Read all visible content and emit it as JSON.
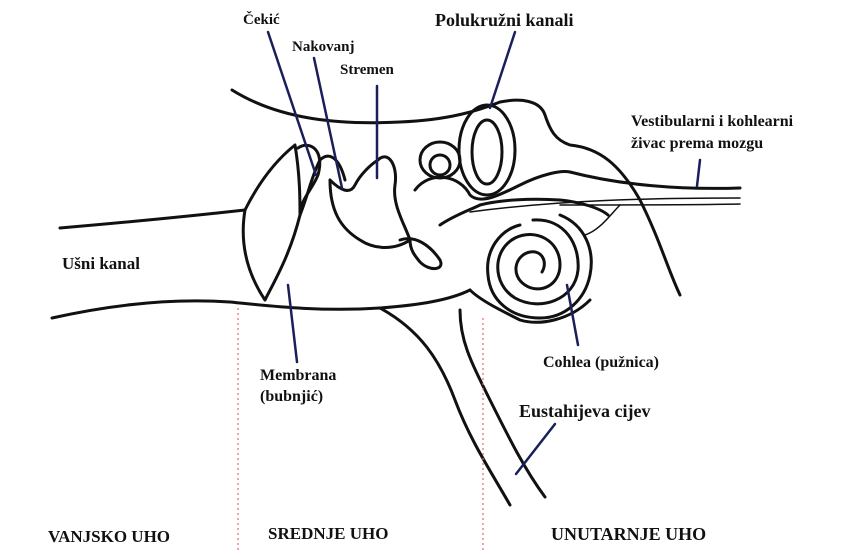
{
  "labels": {
    "cekic": "Čekić",
    "nakovanj": "Nakovanj",
    "stremen": "Stremen",
    "polukruzni_kanali": "Polukružni kanali",
    "vestibularni_line1": "Vestibularni i kohlearni",
    "vestibularni_line2": "živac prema mozgu",
    "usni_kanal": "Ušni kanal",
    "membrana_line1": "Membrana",
    "membrana_line2": "(bubnjić)",
    "cohlea": "Cohlea (pužnica)",
    "eustahijeva": "Eustahijeva cijev"
  },
  "sections": {
    "vanjsko": "VANJSKO UHO",
    "srednje": "SREDNJE UHO",
    "unutarnje": "UNUTARNJE UHO"
  },
  "colors": {
    "line": "#111111",
    "pointer": "#1a1f5a",
    "divider": "#e06a6a",
    "background": "#ffffff"
  }
}
